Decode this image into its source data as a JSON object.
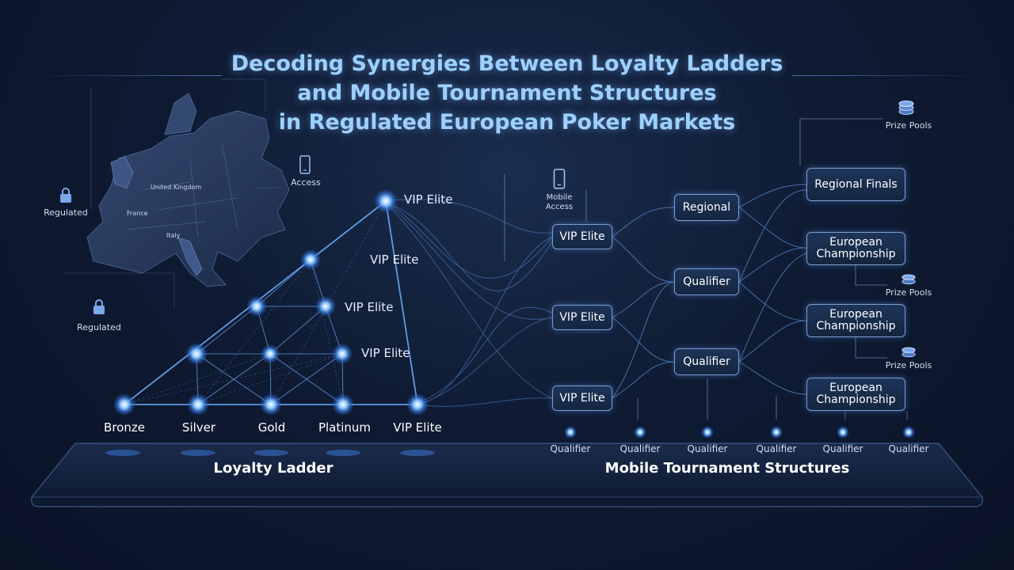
{
  "title": {
    "line1": "Decoding Synergies Between Loyalty Ladders",
    "line2": "and Mobile Tournament Structures",
    "line3": "in Regulated European Poker Markets"
  },
  "map": {
    "regulated_top": "Regulated",
    "regulated_bottom": "Regulated",
    "access": "Access",
    "uk": "United Kingdom",
    "france": "France",
    "italy": "Italy"
  },
  "loyalty_ladder": {
    "section_label": "Loyalty Ladder",
    "tiers": [
      "Bronze",
      "Silver",
      "Gold",
      "Platinum",
      "VIP Elite"
    ],
    "node_labels": [
      "VIP Elite",
      "VIP Elite",
      "VIP Elite",
      "VIP Elite"
    ]
  },
  "tournaments": {
    "section_label": "Mobile Tournament Structures",
    "mobile_access": "Mobile Access",
    "entry_boxes": [
      "VIP Elite",
      "VIP Elite",
      "VIP Elite"
    ],
    "middle_boxes": [
      "Regional",
      "Qualifier",
      "Qualifier"
    ],
    "final_boxes": [
      "Regional Finals",
      "European Championship",
      "European Championship",
      "European Championship"
    ],
    "prize_pools": [
      "Prize Pools",
      "Prize Pools",
      "Prize Pools"
    ],
    "qualifiers": [
      "Qualifier",
      "Qualifier",
      "Qualifier",
      "Qualifier",
      "Qualifier",
      "Qualifier"
    ]
  },
  "colors": {
    "background": "#0f1b33",
    "accent": "#5aa6ff",
    "title": "#9ed0ff",
    "box_border": "#7a9fd1"
  },
  "icons": [
    "lock-icon",
    "mobile-phone-icon",
    "poker-chips-icon",
    "node-dot-icon"
  ]
}
